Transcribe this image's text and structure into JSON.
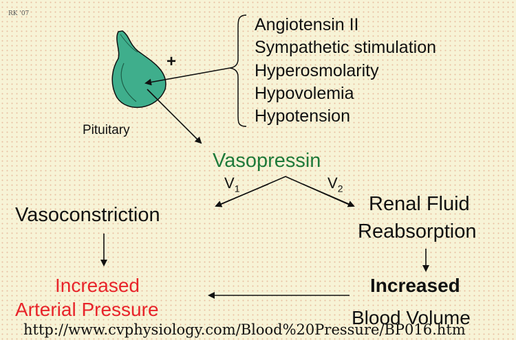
{
  "signature": "RK '07",
  "plus_sign": "+",
  "stimuli": [
    "Angiotensin II",
    "Sympathetic stimulation",
    "Hyperosmolarity",
    "Hypovolemia",
    "Hypotension"
  ],
  "pituitary_label": "Pituitary",
  "hormone": "Vasopressin",
  "receptor_v1": "V",
  "receptor_v1_sub": "1",
  "receptor_v2": "V",
  "receptor_v2_sub": "2",
  "left_effect": "Vasoconstriction",
  "right_effect_line1": "Renal Fluid",
  "right_effect_line2": "Reabsorption",
  "left_result_line1": "Increased",
  "left_result_line2": "Arterial Pressure",
  "right_result_line1": "Increased",
  "right_result_line2": "Blood Volume",
  "source_url": "http://www.cvphysiology.com/Blood%20Pressure/BP016.htm",
  "colors": {
    "hormone": "#1f7a3a",
    "result": "#e8242a",
    "gland": "#3fae8c",
    "text": "#111111"
  }
}
